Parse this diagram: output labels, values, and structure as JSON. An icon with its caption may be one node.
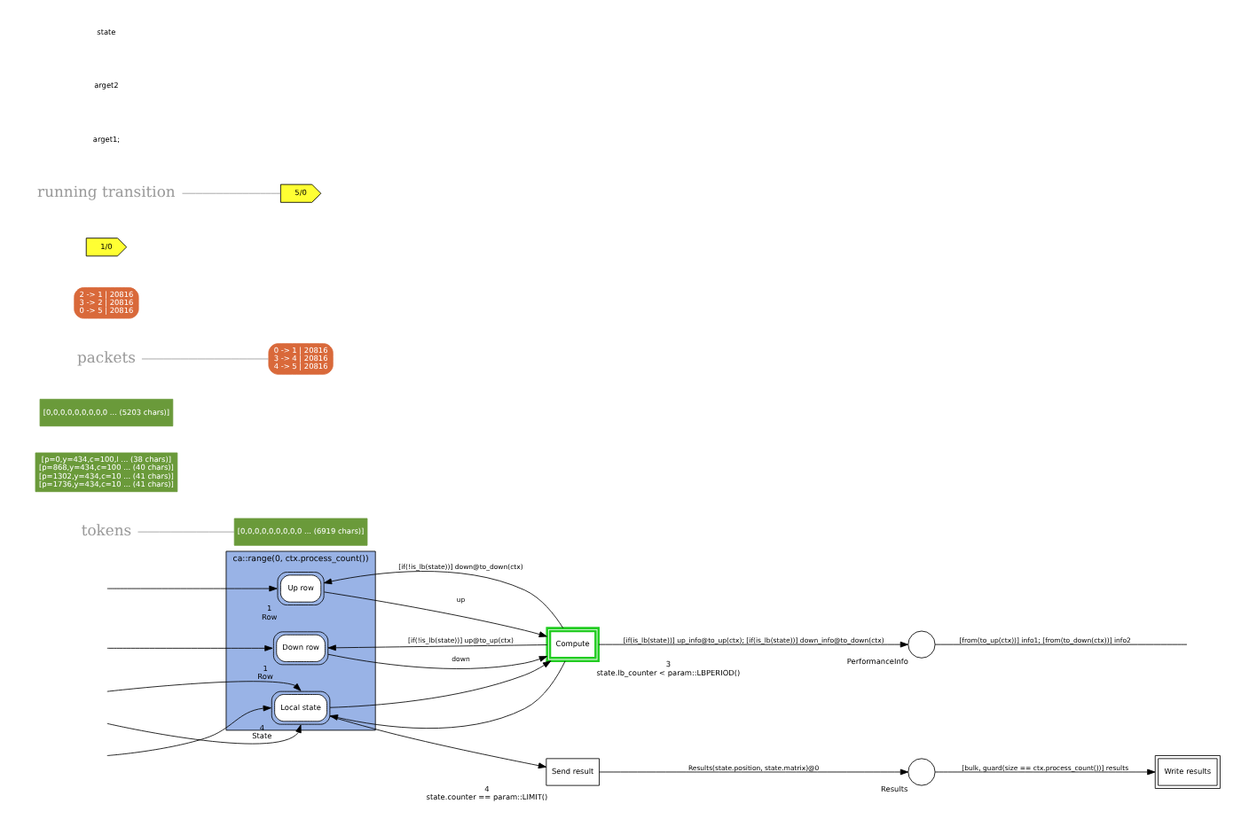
{
  "diagram": {
    "nodes": [
      {
        "text": [
          "ca::range(0, ctx.process_count())"
        ]
      },
      {
        "text": [
          "Up row"
        ],
        "in": 0,
        "beside": [
          "1",
          "Row"
        ]
      },
      {
        "text": [
          "Local state"
        ],
        "in": 0,
        "beside": [
          "4",
          "State"
        ]
      },
      {
        "text": [
          "Down row"
        ],
        "in": 0,
        "beside": [
          "1",
          "Row"
        ]
      },
      {
        "text": [
          "[0,0,0,0,0,0,0,0,0 ... (6919 chars)]"
        ]
      },
      {
        "text": [
          "[p=0,y=434,c=100,l ... (38 chars)]",
          "[p=868,y=434,c=100 ... (40 chars)]",
          "[p=1302,y=434,c=10 ... (41 chars)]",
          "[p=1736,y=434,c=10 ... (41 chars)]"
        ]
      },
      {
        "text": [
          "[0,0,0,0,0,0,0,0,0 ... (5203 chars)]"
        ]
      },
      {
        "text": [
          "Compute"
        ],
        "beside": [
          "3",
          "state.lb_counter < param::LBPERIOD()"
        ]
      },
      {
        "text": [
          "Send result"
        ],
        "beside": [
          "4",
          "state.counter == param::LIMIT()"
        ]
      },
      {
        "text": [],
        "shape": "circle",
        "beside": [
          "Results"
        ]
      },
      {
        "text": [
          "Write results"
        ]
      },
      {
        "text": [],
        "shape": "circle",
        "beside": [
          "PerformanceInfo"
        ]
      },
      {
        "text": [
          "0 -> 1 | 20816",
          "3 -> 4 | 20816",
          "4 -> 5 | 20816"
        ]
      },
      {
        "text": [
          "2 -> 1 | 20816",
          "3 -> 2 | 20816",
          "0 -> 5 | 20816"
        ]
      },
      {
        "text": [
          "1/0"
        ]
      },
      {
        "text": [
          "5/0"
        ]
      },
      {
        "text": [
          "tokens"
        ]
      },
      {
        "text": [
          "packets"
        ]
      },
      {
        "text": [
          "running transition"
        ]
      }
    ],
    "edges": [
      {
        "from": null,
        "to": 1,
        "arrow": "to"
      },
      {
        "from": null,
        "to": 2,
        "arrow": "to"
      },
      {
        "from": null,
        "to": 2,
        "arrow": "to"
      },
      {
        "from": null,
        "to": 3,
        "arrow": "to"
      },
      {
        "from": null,
        "to": 2,
        "arrow": "to"
      },
      {
        "from": 1,
        "to": 7,
        "arrow": "to",
        "label": "up"
      },
      {
        "from": 2,
        "to": 7,
        "arrow": "to"
      },
      {
        "from": 3,
        "to": 7,
        "arrow": "to",
        "label": "down"
      },
      {
        "from": 7,
        "to": 1,
        "arrow": "to",
        "label": "[if(!is_lb(state))] down@to_down(ctx)"
      },
      {
        "from": 7,
        "to": 2,
        "arrow": "to"
      },
      {
        "from": 7,
        "to": 3,
        "arrow": "to",
        "label": "[if(!is_lb(state))] up@to_up(ctx)"
      },
      {
        "from": 2,
        "to": 8,
        "arrow": "to"
      },
      {
        "from": 8,
        "to": 9,
        "arrow": "to",
        "label": "Results(state.position, state.matrix)@0"
      },
      {
        "from": 9,
        "to": 10,
        "arrow": "to",
        "label": "[bulk, guard(size == ctx.process_count())] results"
      },
      {
        "from": 7,
        "to": 11,
        "arrow": "to",
        "label": "[if(is_lb(state))] up_info@to_up(ctx); [if(is_lb(state))] down_info@to_down(ctx)"
      },
      {
        "from": 11,
        "to": null,
        "arrow": "none",
        "label": "[from(to_up(ctx))] info1; [from(to_down(ctx))] info2"
      },
      {
        "from": 16,
        "to": 4,
        "arrow": "none",
        "color": "#999999"
      },
      {
        "from": 17,
        "to": 12,
        "arrow": "none",
        "color": "#999999"
      },
      {
        "from": 18,
        "to": 15,
        "arrow": "none",
        "color": "#999999"
      }
    ],
    "labels": [
      "arget1;",
      "arget2",
      "state"
    ]
  }
}
